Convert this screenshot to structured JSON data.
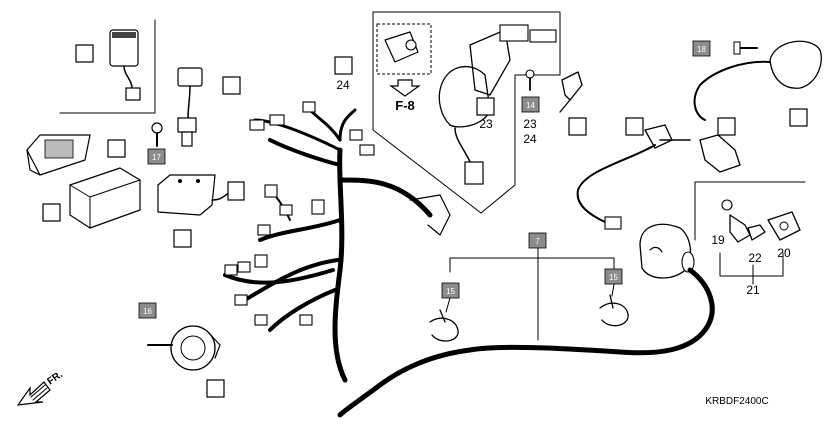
{
  "diagram": {
    "reference_code": "KRBDF2400C",
    "section_ref": "F-8",
    "front_marker": "FR.",
    "callouts_shaded": [
      "7",
      "14",
      "15",
      "15",
      "16",
      "17",
      "18"
    ],
    "callouts_plain": [
      "19",
      "20",
      "21",
      "22",
      "23",
      "23",
      "24",
      "24"
    ]
  }
}
